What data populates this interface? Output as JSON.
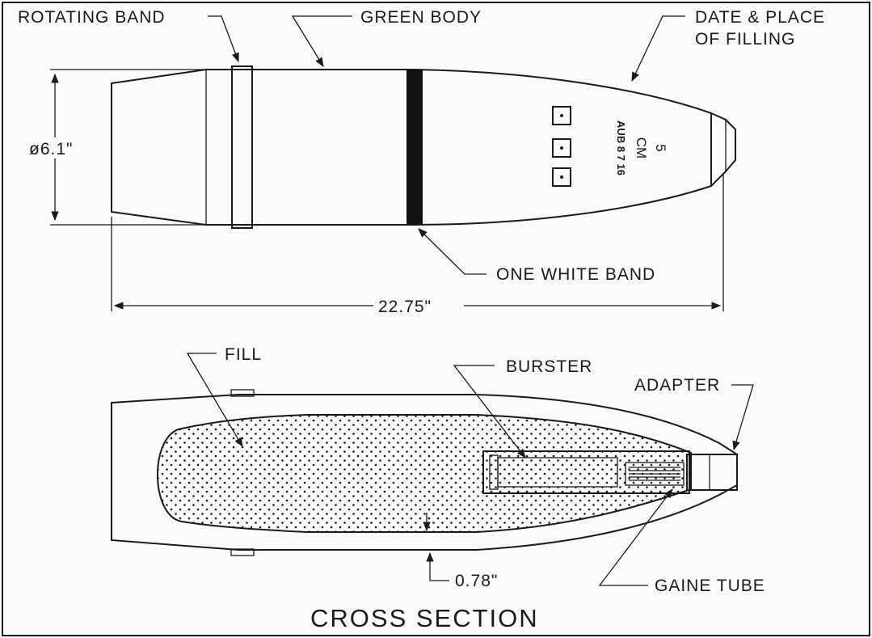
{
  "labels": {
    "rotating_band": "ROTATING BAND",
    "green_body": "GREEN BODY",
    "date_place_line1": "DATE & PLACE",
    "date_place_line2": "OF FILLING",
    "diameter": "ø6.1\"",
    "one_white_band": "ONE WHITE BAND",
    "length": "22.75\"",
    "fill": "FILL",
    "burster": "BURSTER",
    "adapter": "ADAPTER",
    "wall_thickness": "0.78\"",
    "gaine_tube": "GAINE TUBE",
    "cross_section": "CROSS SECTION"
  },
  "stencil": {
    "line1": "5",
    "line2": "CM",
    "line3": "AUB 8 7 16"
  }
}
